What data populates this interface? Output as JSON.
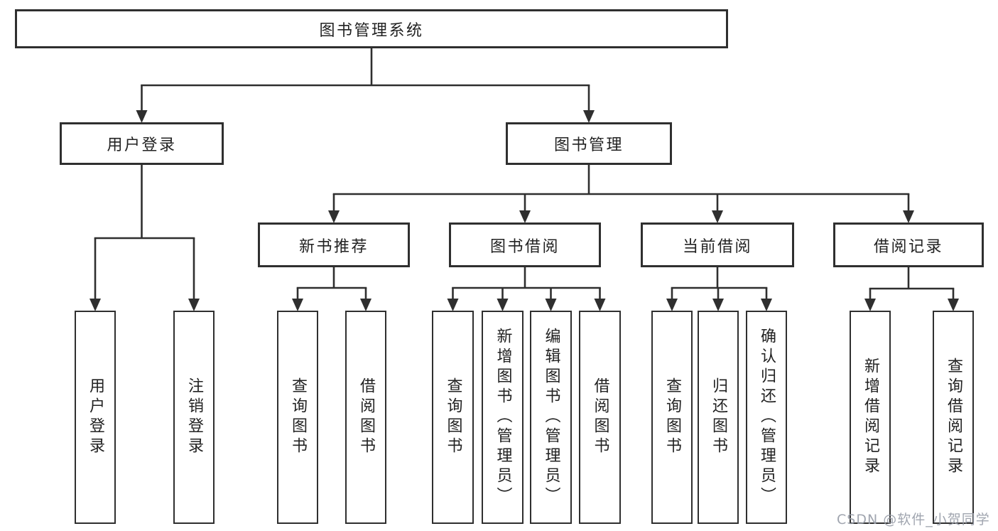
{
  "colors": {
    "line": "#2f2f2f",
    "border": "#2f2f2f",
    "text": "#222222",
    "background": "#ffffff",
    "watermark": "#989da8"
  },
  "watermark": "CSDN @软件_小贺同学",
  "diagram": {
    "title": "图书管理系统",
    "nodes": [
      {
        "id": "root",
        "label": "图书管理系统",
        "parent": null,
        "orientation": "horizontal"
      },
      {
        "id": "user-login",
        "label": "用户登录",
        "parent": "root",
        "orientation": "horizontal"
      },
      {
        "id": "book-mgmt",
        "label": "图书管理",
        "parent": "root",
        "orientation": "horizontal"
      },
      {
        "id": "new-book-rec",
        "label": "新书推荐",
        "parent": "book-mgmt",
        "orientation": "horizontal"
      },
      {
        "id": "book-borrow",
        "label": "图书借阅",
        "parent": "book-mgmt",
        "orientation": "horizontal"
      },
      {
        "id": "current-borrow",
        "label": "当前借阅",
        "parent": "book-mgmt",
        "orientation": "horizontal"
      },
      {
        "id": "borrow-record",
        "label": "借阅记录",
        "parent": "book-mgmt",
        "orientation": "horizontal"
      },
      {
        "id": "leaf-user-login",
        "label": "用户登录",
        "parent": "user-login",
        "orientation": "vertical"
      },
      {
        "id": "leaf-logout",
        "label": "注销登录",
        "parent": "user-login",
        "orientation": "vertical"
      },
      {
        "id": "leaf-query-book-1",
        "label": "查询图书",
        "parent": "new-book-rec",
        "orientation": "vertical"
      },
      {
        "id": "leaf-borrow-book-1",
        "label": "借阅图书",
        "parent": "new-book-rec",
        "orientation": "vertical"
      },
      {
        "id": "leaf-query-book-2",
        "label": "查询图书",
        "parent": "book-borrow",
        "orientation": "vertical"
      },
      {
        "id": "leaf-add-book",
        "label": "新增图书（管理员）",
        "parent": "book-borrow",
        "orientation": "vertical"
      },
      {
        "id": "leaf-edit-book",
        "label": "编辑图书（管理员）",
        "parent": "book-borrow",
        "orientation": "vertical"
      },
      {
        "id": "leaf-borrow-book-2",
        "label": "借阅图书",
        "parent": "book-borrow",
        "orientation": "vertical"
      },
      {
        "id": "leaf-query-book-3",
        "label": "查询图书",
        "parent": "current-borrow",
        "orientation": "vertical"
      },
      {
        "id": "leaf-return-book",
        "label": "归还图书",
        "parent": "current-borrow",
        "orientation": "vertical"
      },
      {
        "id": "leaf-confirm-return",
        "label": "确认归还（管理员）",
        "parent": "current-borrow",
        "orientation": "vertical"
      },
      {
        "id": "leaf-add-borrow-record",
        "label": "新增借阅记录",
        "parent": "borrow-record",
        "orientation": "vertical"
      },
      {
        "id": "leaf-query-borrow-record",
        "label": "查询借阅记录",
        "parent": "borrow-record",
        "orientation": "vertical"
      }
    ]
  }
}
